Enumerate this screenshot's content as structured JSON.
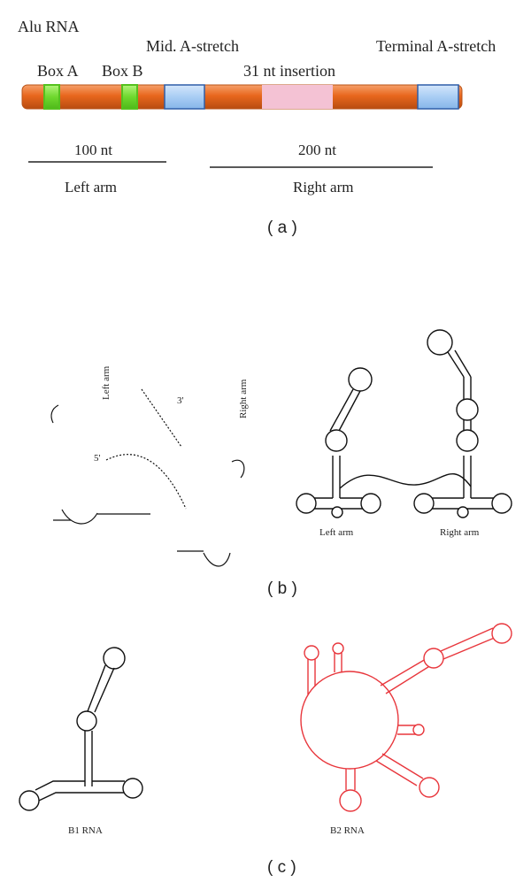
{
  "panel_a": {
    "title": "Alu RNA",
    "box_a": "Box A",
    "box_b": "Box B",
    "mid_a_stretch": "Mid. A-stretch",
    "insertion": "31 nt insertion",
    "terminal_a_stretch": "Terminal A-stretch",
    "scale_100": "100 nt",
    "scale_200": "200 nt",
    "left_arm": "Left arm",
    "right_arm": "Right arm",
    "label": "( a )",
    "colors": {
      "body": "#e8671d",
      "box": "#7be23c",
      "a_stretch": "#a9cdf4",
      "insertion": "#f4c2d4"
    }
  },
  "panel_b": {
    "left_arm_vertical": "Left arm",
    "right_arm_vertical": "Right arm",
    "three_prime": "3'",
    "five_prime": "5'",
    "schematic_left_arm": "Left arm",
    "schematic_right_arm": "Right arm",
    "label": "( b )"
  },
  "panel_c": {
    "b1": "B1 RNA",
    "b2": "B2 RNA",
    "label": "( c )",
    "colors": {
      "b2": "#e8363c"
    }
  }
}
